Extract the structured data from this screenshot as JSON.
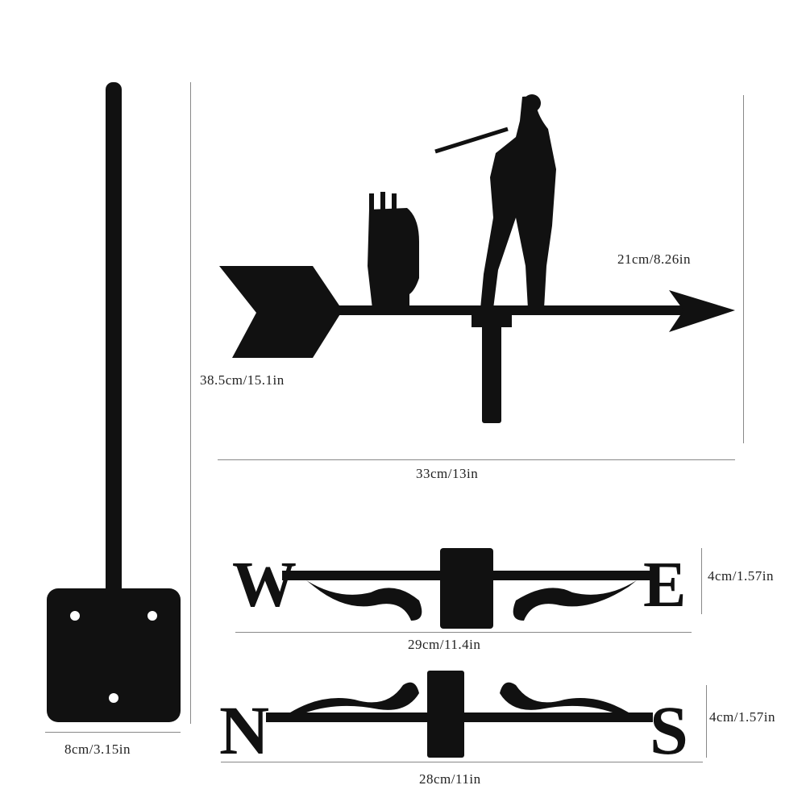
{
  "product": {
    "description": "Golfer weathervane with arrow, pole, mounting plate and compass direction pieces",
    "colors": {
      "metal": "#111111",
      "background": "#ffffff",
      "dimension_line": "#888888"
    }
  },
  "dimensions": {
    "pole_plate_width": "8cm/3.15in",
    "vane_height": "38.5cm/15.1in",
    "golfer_height": "21cm/8.26in",
    "arrow_length": "33cm/13in",
    "we_height": "4cm/1.57in",
    "we_length": "29cm/11.4in",
    "ns_height": "4cm/1.57in",
    "ns_length": "28cm/11in"
  },
  "letters": {
    "west": "W",
    "east": "E",
    "north": "N",
    "south": "S"
  }
}
